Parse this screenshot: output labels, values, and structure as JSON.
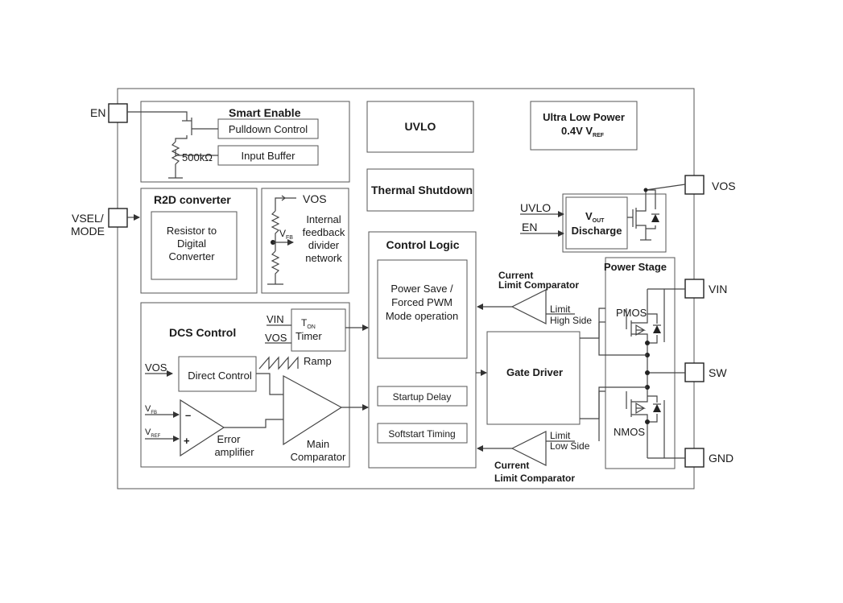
{
  "pins": {
    "en": "EN",
    "vsel_line1": "VSEL/",
    "vsel_line2": "MODE",
    "vos": "VOS",
    "vin": "VIN",
    "sw": "SW",
    "gnd": "GND"
  },
  "smart_enable": {
    "title": "Smart Enable",
    "pulldown": "Pulldown Control",
    "input_buffer": "Input Buffer",
    "resistor": "500kΩ"
  },
  "uvlo": "UVLO",
  "thermal": "Thermal Shutdown",
  "ultra_low_power": {
    "line1": "Ultra Low Power",
    "line2": "0.4V V",
    "line2_sub": "REF"
  },
  "r2d": {
    "title": "R2D converter",
    "line1": "Resistor to",
    "line2": "Digital",
    "line3": "Converter"
  },
  "feedback": {
    "vos": "VOS",
    "vfb": "V",
    "vfb_sub": "FB",
    "line1": "Internal",
    "line2": "feedback",
    "line3": "divider",
    "line4": "network"
  },
  "dcs": {
    "title": "DCS Control",
    "vin": "VIN",
    "vos": "VOS",
    "ton": "T",
    "ton_sub": "ON",
    "timer": "Timer",
    "ramp": "Ramp",
    "vos_dc": "VOS",
    "direct_control": "Direct Control",
    "vfb": "V",
    "vfb_sub": "FB",
    "vref": "V",
    "vref_sub": "REF",
    "minus": "–",
    "plus": "+",
    "error1": "Error",
    "error2": "amplifier",
    "main1": "Main",
    "main2": "Comparator"
  },
  "control_logic": {
    "title": "Control Logic",
    "ps1": "Power Save /",
    "ps2": "Forced PWM",
    "ps3": "Mode operation",
    "startup": "Startup Delay",
    "softstart": "Softstart Timing"
  },
  "gate_driver": "Gate Driver",
  "comparators": {
    "top1": "Current",
    "top2": "Limit Comparator",
    "limit_hs1": "Limit",
    "limit_hs2": "High Side",
    "limit_ls1": "Limit",
    "limit_ls2": "Low Side",
    "bot1": "Current",
    "bot2": "Limit Comparator"
  },
  "discharge": {
    "uvlo": "UVLO",
    "en": "EN",
    "vout": "V",
    "vout_sub": "OUT",
    "discharge": "Discharge"
  },
  "power_stage": {
    "title": "Power Stage",
    "pmos": "PMOS",
    "nmos": "NMOS"
  }
}
